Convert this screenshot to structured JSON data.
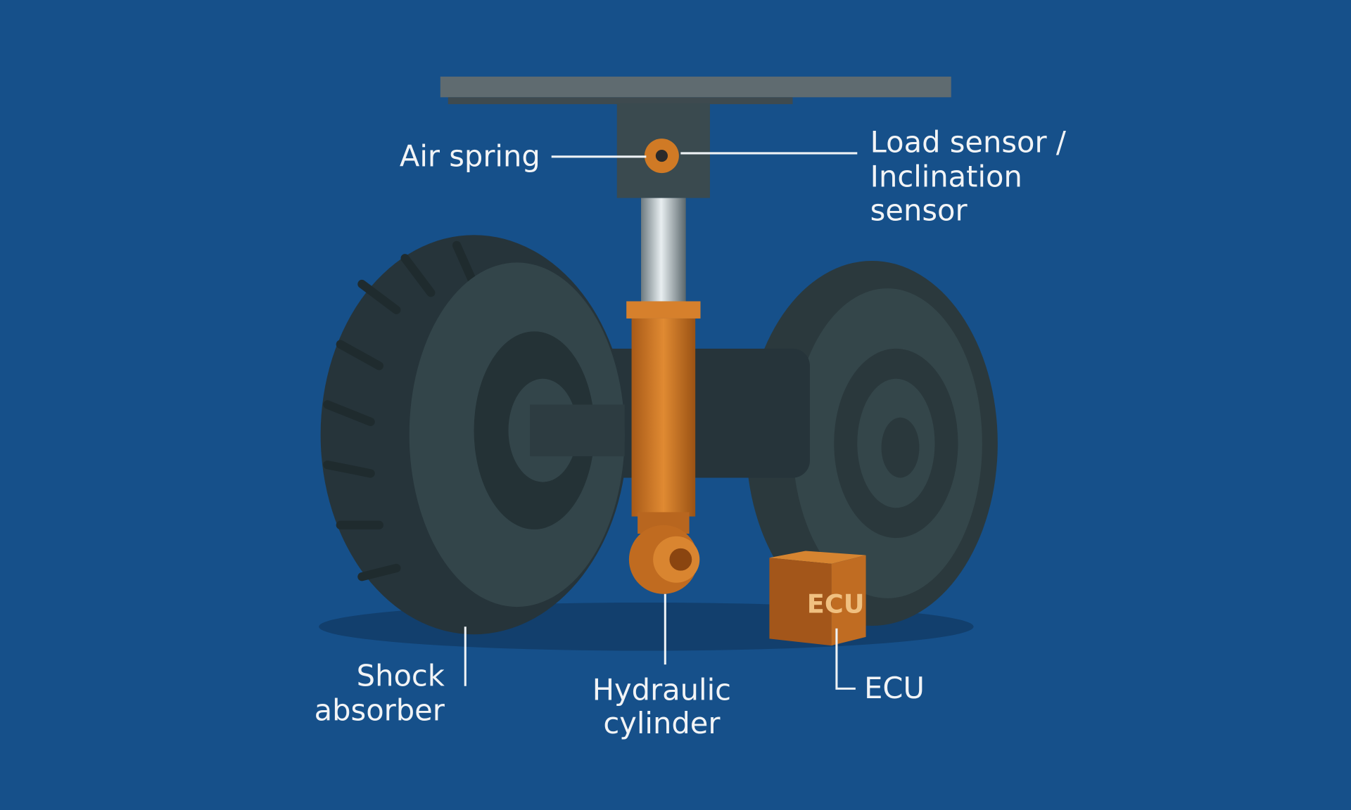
{
  "labels": {
    "air_spring": "Air spring",
    "load_sensor_line1": "Load sensor /",
    "load_sensor_line2": "Inclination",
    "load_sensor_line3": "sensor",
    "shock_absorber_line1": "Shock",
    "shock_absorber_line2": "absorber",
    "hydraulic_line1": "Hydraulic",
    "hydraulic_line2": "cylinder",
    "ecu": "ECU"
  },
  "ecu_box_text": "ECU",
  "colors": {
    "background": "#16508a",
    "tire": "#2f3e42",
    "orange": "#c8711f",
    "plate": "#5f6b70"
  }
}
